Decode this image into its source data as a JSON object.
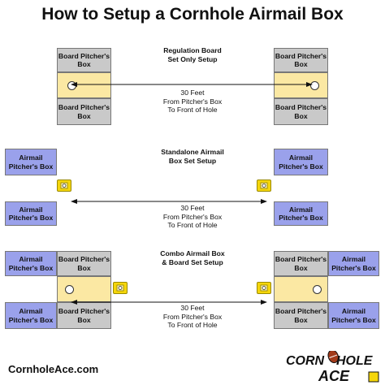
{
  "title": "How to Setup a Cornhole Airmail Box",
  "board_pitchers_box": "Board Pitcher's\nBox",
  "airmail_pitchers_box": "Airmail\nPitcher's Box",
  "distance_label": "30 Feet\nFrom Pitcher's Box\nTo Front of Hole",
  "sections": [
    {
      "title": "Regulation Board\nSet Only Setup"
    },
    {
      "title": "Standalone Airmail\nBox Set Setup"
    },
    {
      "title": "Combo Airmail Box\n& Board Set Setup"
    }
  ],
  "footer_url": "CornholeAce.com",
  "logo": {
    "line1": "CORN HOLE",
    "line2": "ACE"
  },
  "colors": {
    "gray_box": "#c9c9c9",
    "airmail_box": "#9aa1eb",
    "board": "#fbe8a3",
    "airmail_icon": "#f5d60a"
  }
}
